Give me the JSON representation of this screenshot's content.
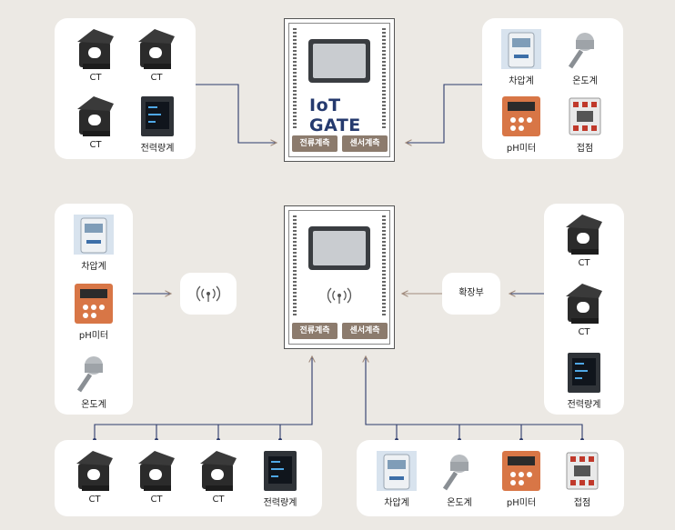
{
  "top_left": {
    "items": [
      "CT",
      "CT",
      "CT",
      "전력량계"
    ]
  },
  "top_right": {
    "items": [
      "차압계",
      "온도계",
      "pH미터",
      "접점"
    ]
  },
  "gateway_top": {
    "logo": "IoT GATE",
    "btn1": "전류계측",
    "btn2": "센서계측"
  },
  "gateway_bottom": {
    "btn1": "전류계측",
    "btn2": "센서계측"
  },
  "mid_left": {
    "items": [
      "차압계",
      "pH미터",
      "온도계"
    ]
  },
  "mid_right": {
    "items": [
      "CT",
      "CT",
      "전력량계"
    ]
  },
  "expander": {
    "label": "확장부"
  },
  "bottom_left": {
    "items": [
      "CT",
      "CT",
      "CT",
      "전력량계"
    ]
  },
  "bottom_right": {
    "items": [
      "차압계",
      "온도계",
      "pH미터",
      "접점"
    ]
  },
  "colors": {
    "background": "#ece9e4",
    "link_blue": "#2b3a6b",
    "link_brown": "#a08a7c",
    "button": "#8c7b6d",
    "logo": "#253a6e"
  }
}
